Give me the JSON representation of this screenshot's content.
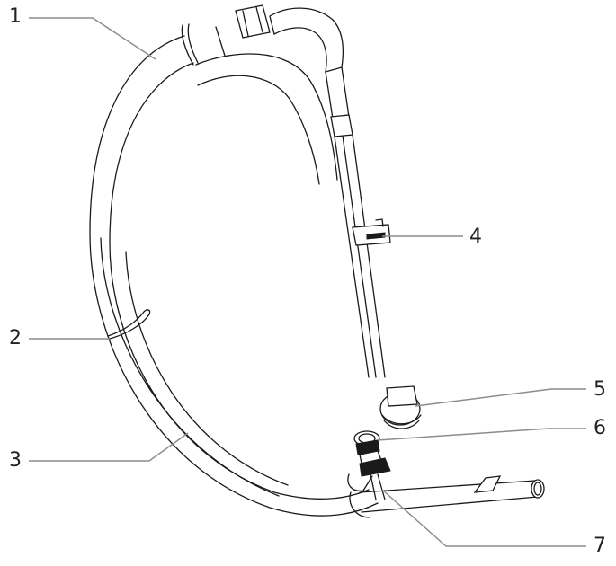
{
  "diagram": {
    "type": "exploded-parts-callout",
    "callouts": [
      {
        "number": "1",
        "target": "outer-hose"
      },
      {
        "number": "2",
        "target": "hose-clip-ring"
      },
      {
        "number": "3",
        "target": "inner-hose"
      },
      {
        "number": "4",
        "target": "tube-clip"
      },
      {
        "number": "5",
        "target": "threaded-fitting-nut"
      },
      {
        "number": "6",
        "target": "quick-connector"
      },
      {
        "number": "7",
        "target": "retaining-clip"
      }
    ],
    "colors": {
      "line_art": "#1a1a1a",
      "leader_lines": "#8c8c8c",
      "label_text": "#222222",
      "background": "#ffffff"
    }
  }
}
